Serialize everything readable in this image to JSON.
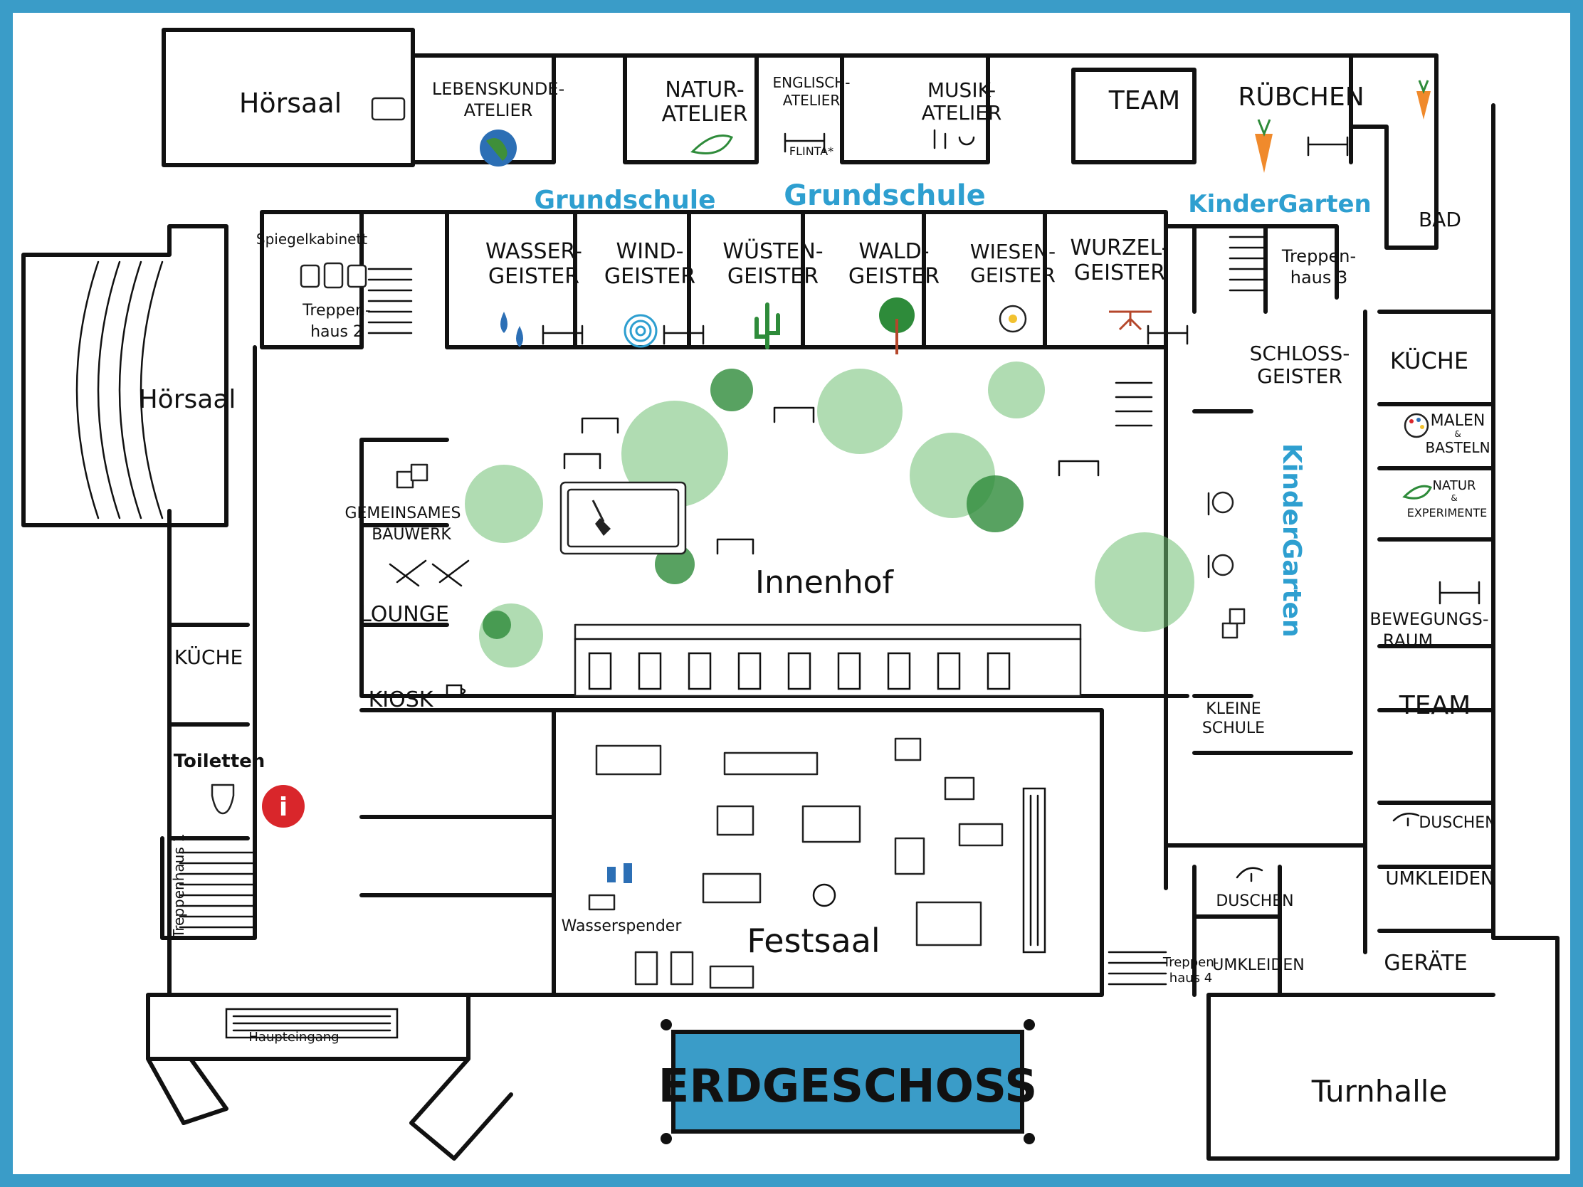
{
  "title": "ERDGESCHOSS",
  "colors": {
    "frame": "#3a9cc8",
    "accent_blue": "#2e9fd0",
    "banner": "#3a9cc8",
    "trees": "#6fbf73",
    "carrot": "#f08a2c",
    "info": "#d9262b"
  },
  "sections": {
    "grundschule_1": "Grundschule",
    "grundschule_2": "Grundschule",
    "kindergarten_top": "KinderGarten",
    "kindergarten_right": "KinderGarten"
  },
  "rooms": {
    "hoersaal_top": "Hörsaal",
    "lebenskunde": [
      "LEBENSKUNDE-",
      "ATELIER"
    ],
    "natur_atelier": [
      "NATUR-",
      "ATELIER"
    ],
    "englisch": [
      "ENGLISCH-",
      "ATELIER"
    ],
    "englisch_sub": "FLINTA*",
    "musik": [
      "MUSIK-",
      "ATELIER"
    ],
    "team_top": "TEAM",
    "ruebchen": "RÜBCHEN",
    "bad": "BAD",
    "spiegelkabinett": "Spiegelkabinett",
    "treppenhaus2": [
      "Treppen-",
      "haus 2"
    ],
    "wasser": [
      "WASSER-",
      "GEISTER"
    ],
    "wind": [
      "WIND-",
      "GEISTER"
    ],
    "wuesten": [
      "WÜSTEN-",
      "GEISTER"
    ],
    "wald": [
      "WALD-",
      "GEISTER"
    ],
    "wiesen": [
      "WIESEN-",
      "GEISTER"
    ],
    "wurzel": [
      "WURZEL-",
      "GEISTER"
    ],
    "treppenhaus3": [
      "Treppen-",
      "haus 3"
    ],
    "schloss": [
      "SCHLOSS-",
      "GEISTER"
    ],
    "kueche_right": "KÜCHE",
    "malen": [
      "MALEN",
      "&",
      "BASTELN"
    ],
    "natur_exp": [
      "NATUR",
      "&",
      "EXPERIMENTE"
    ],
    "bewegung": [
      "BEWEGUNGS-",
      "RAUM"
    ],
    "team_right": "TEAM",
    "hoersaal_left": "Hörsaal",
    "gemeinsames": [
      "GEMEINSAMES",
      "BAUWERK"
    ],
    "lounge": "LOUNGE",
    "kiosk": "KIOSK",
    "kueche_left": "KÜCHE",
    "toiletten": "Toiletten",
    "treppenhaus1": "Treppenhaus 1",
    "innenhof": "Innenhof",
    "kleine_schule": [
      "KLEINE",
      "SCHULE"
    ],
    "duschen_right": "DUSCHEN",
    "umkleiden_right": "UMKLEIDEN",
    "duschen_mid": "DUSCHEN",
    "umkleiden_mid": "UMKLEIDEN",
    "geraete": "GERÄTE",
    "treppenhaus4": [
      "Treppen-",
      "haus 4"
    ],
    "wasserspender": "Wasserspender",
    "festsaal": "Festsaal",
    "haupteingang": "Haupteingang",
    "turnhalle": "Turnhalle"
  },
  "icons": {
    "info": "i"
  }
}
